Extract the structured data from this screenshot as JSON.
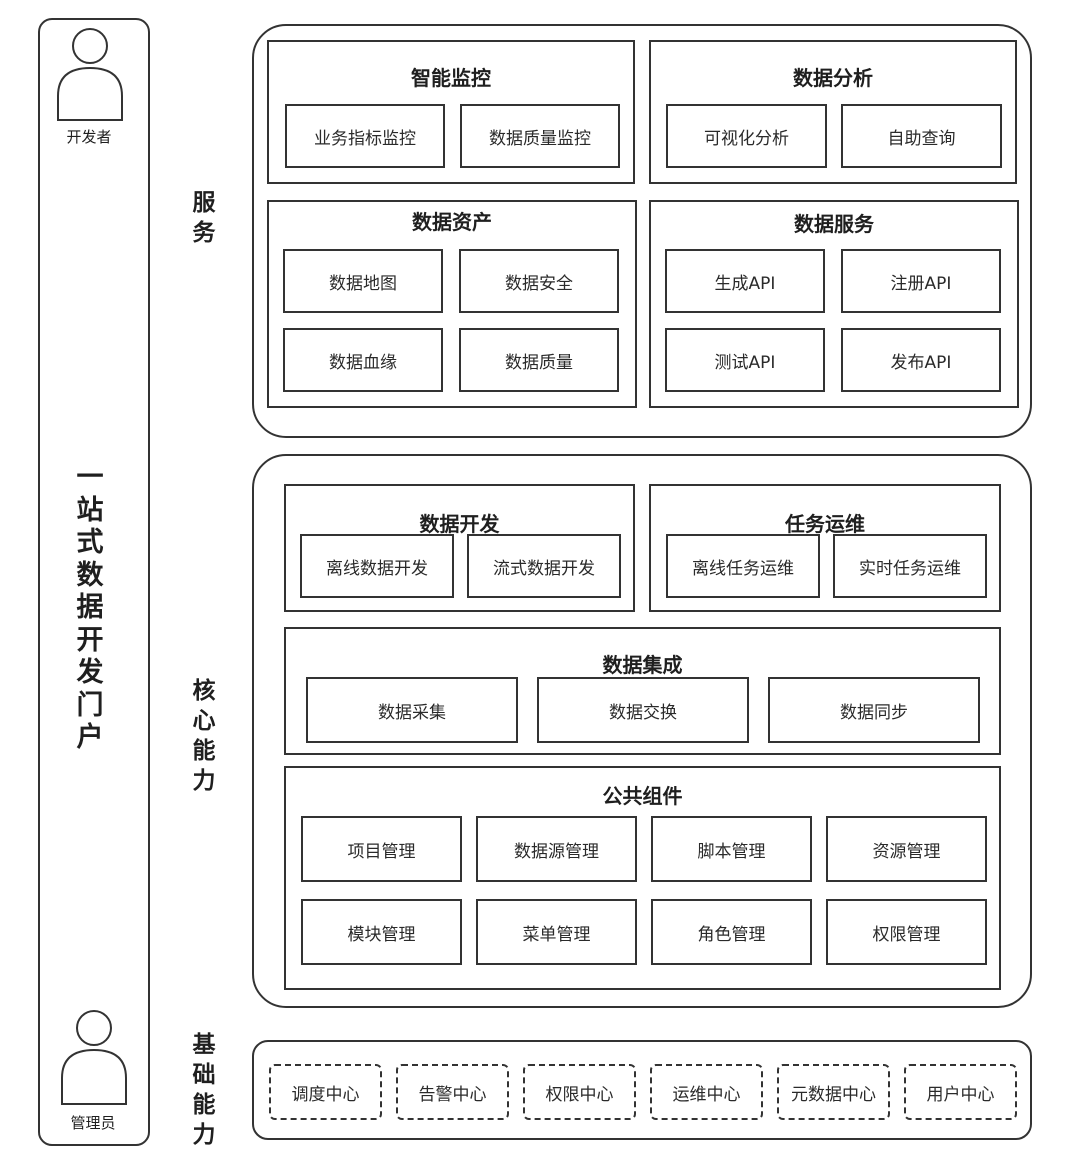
{
  "portal": {
    "title": "一站式数据开发门户",
    "developer_label": "开发者",
    "admin_label": "管理员"
  },
  "layers": {
    "service": "服务",
    "core": "核心能力",
    "base": "基础能力"
  },
  "service": {
    "monitor": {
      "title": "智能监控",
      "items": [
        "业务指标监控",
        "数据质量监控"
      ]
    },
    "analysis": {
      "title": "数据分析",
      "items": [
        "可视化分析",
        "自助查询"
      ]
    },
    "assets": {
      "title": "数据资产",
      "items": [
        "数据地图",
        "数据安全",
        "数据血缘",
        "数据质量"
      ]
    },
    "dataservice": {
      "title": "数据服务",
      "items": [
        "生成API",
        "注册API",
        "测试API",
        "发布API"
      ]
    }
  },
  "core": {
    "dev": {
      "title": "数据开发",
      "items": [
        "离线数据开发",
        "流式数据开发"
      ]
    },
    "ops": {
      "title": "任务运维",
      "items": [
        "离线任务运维",
        "实时任务运维"
      ]
    },
    "integration": {
      "title": "数据集成",
      "items": [
        "数据采集",
        "数据交换",
        "数据同步"
      ]
    },
    "common": {
      "title": "公共组件",
      "items": [
        "项目管理",
        "数据源管理",
        "脚本管理",
        "资源管理",
        "模块管理",
        "菜单管理",
        "角色管理",
        "权限管理"
      ]
    }
  },
  "base": {
    "items": [
      "调度中心",
      "告警中心",
      "权限中心",
      "运维中心",
      "元数据中心",
      "用户中心"
    ]
  }
}
